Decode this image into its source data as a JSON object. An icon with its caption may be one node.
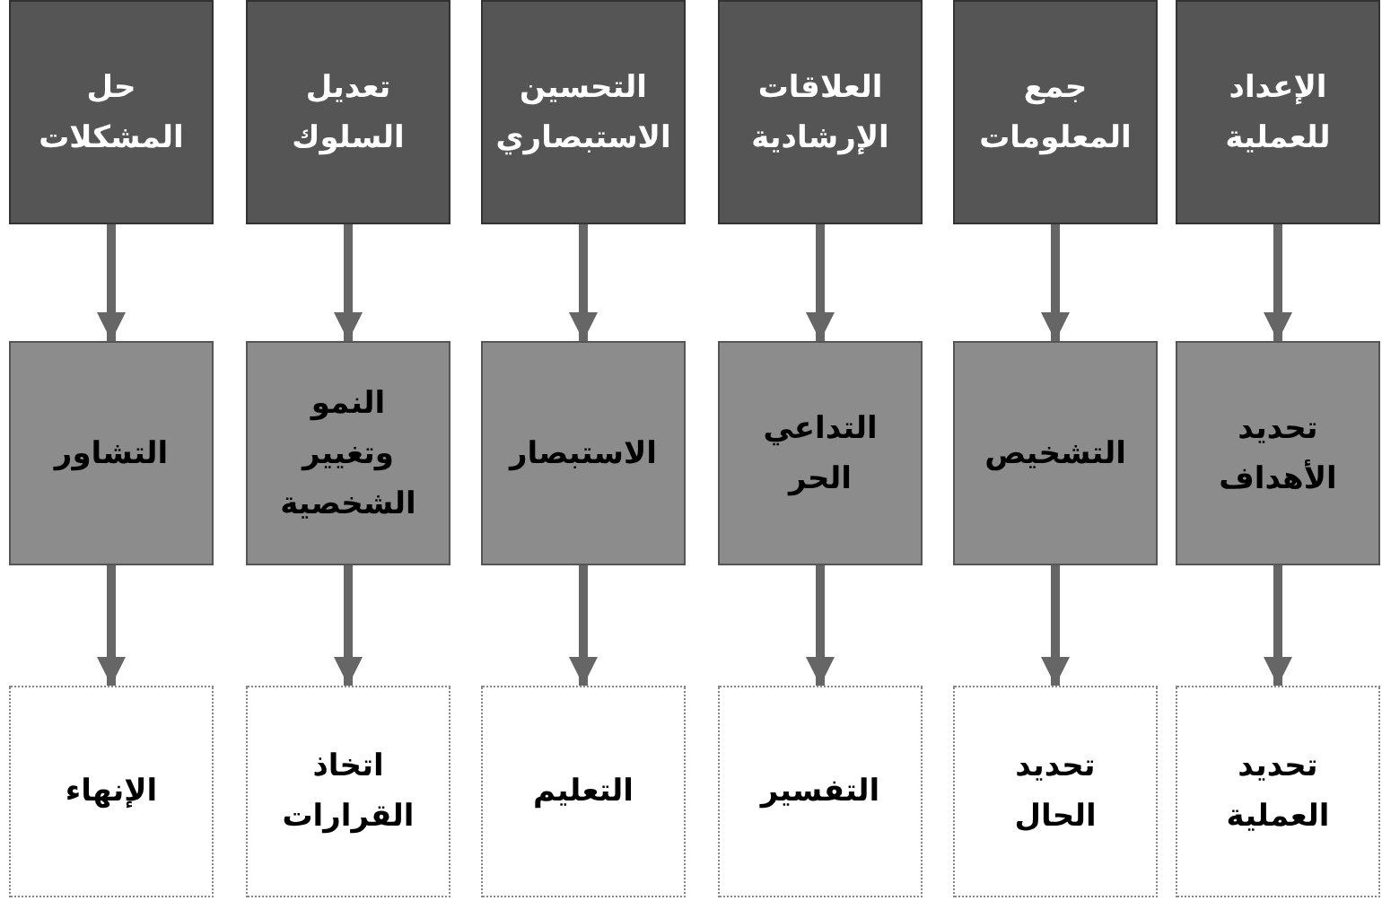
{
  "diagram": {
    "nodes": [
      {
        "text": [
          "الإعداد للعملية"
        ]
      },
      {
        "text": [
          "جمع المعلومات"
        ]
      },
      {
        "text": [
          "العلاقات الإرشادية"
        ]
      },
      {
        "text": [
          "التحسين الاستبصاري"
        ]
      },
      {
        "text": [
          "تعديل السلوك"
        ]
      },
      {
        "text": [
          "حل المشكلات"
        ]
      },
      {
        "text": [
          "تحديد الأهداف"
        ]
      },
      {
        "text": [
          "التشخيص"
        ]
      },
      {
        "text": [
          "التداعي الحر"
        ]
      },
      {
        "text": [
          "الاستبصار"
        ]
      },
      {
        "text": [
          "النمو وتغيير الشخصية"
        ]
      },
      {
        "text": [
          "التشاور"
        ]
      },
      {
        "text": [
          "تحديد العملية"
        ]
      },
      {
        "text": [
          "تحديد الحال"
        ]
      },
      {
        "text": [
          "التفسير"
        ]
      },
      {
        "text": [
          "التعليم"
        ]
      },
      {
        "text": [
          "اتخاذ القرارات"
        ]
      },
      {
        "text": [
          "الإنهاء"
        ]
      }
    ],
    "edges": [
      {
        "from": 0,
        "to": 6,
        "arrow": "to"
      },
      {
        "from": 1,
        "to": 7,
        "arrow": "to"
      },
      {
        "from": 2,
        "to": 8,
        "arrow": "to"
      },
      {
        "from": 3,
        "to": 9,
        "arrow": "to"
      },
      {
        "from": 4,
        "to": 10,
        "arrow": "to"
      },
      {
        "from": 5,
        "to": 11,
        "arrow": "to"
      },
      {
        "from": 6,
        "to": 12,
        "arrow": "to"
      },
      {
        "from": 7,
        "to": 13,
        "arrow": "to"
      },
      {
        "from": 8,
        "to": 14,
        "arrow": "to"
      },
      {
        "from": 9,
        "to": 15,
        "arrow": "to"
      },
      {
        "from": 10,
        "to": 16,
        "arrow": "to"
      },
      {
        "from": 11,
        "to": 17,
        "arrow": "to"
      }
    ]
  }
}
